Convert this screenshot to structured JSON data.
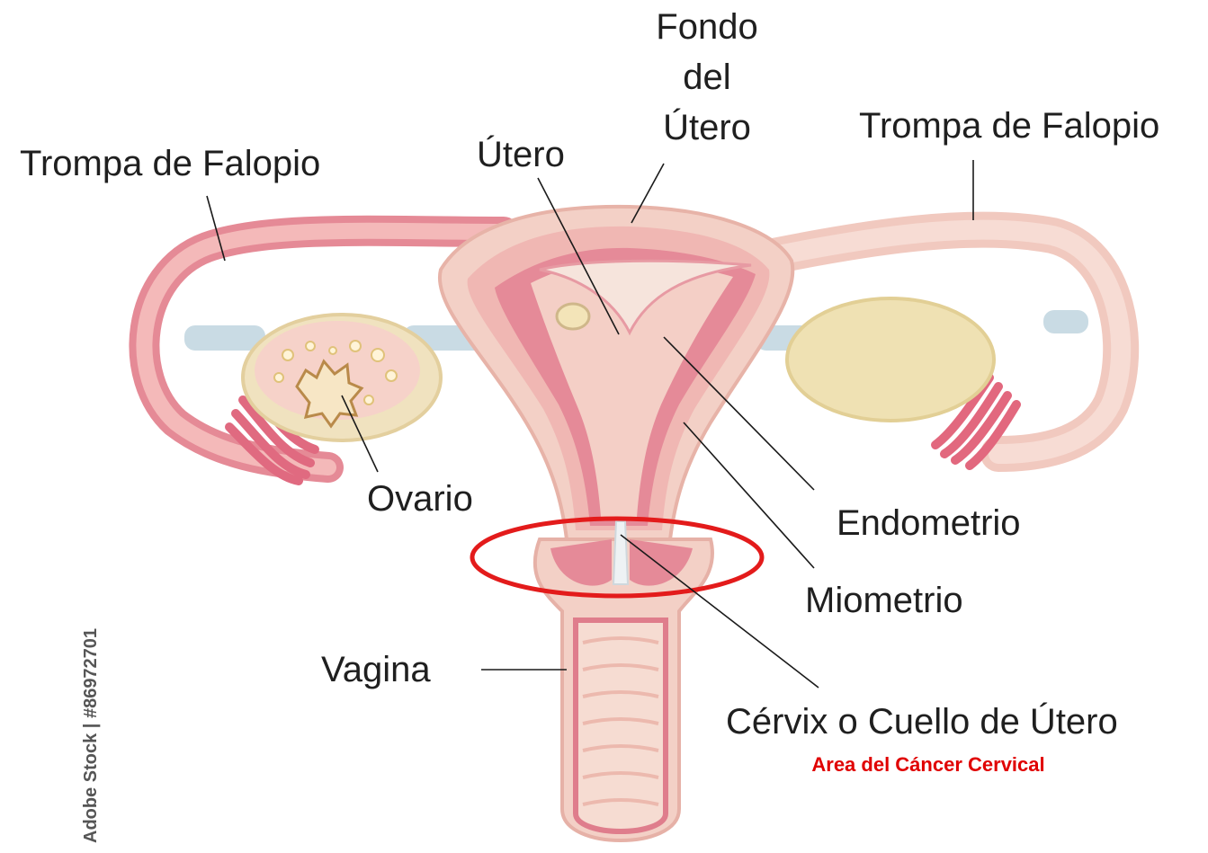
{
  "labels": {
    "fundus": [
      "Fondo",
      "del",
      "Útero"
    ],
    "fallopian_left": "Trompa de Falopio",
    "fallopian_right": "Trompa de Falopio",
    "uterus": "Útero",
    "ovary": "Ovario",
    "endometrium": "Endometrio",
    "myometrium": "Miometrio",
    "vagina": "Vagina",
    "cervix": "Cérvix o Cuello de Útero",
    "cervix_note": "Area del Cáncer Cervical"
  },
  "credit": "Adobe Stock | #86972701",
  "colors": {
    "tissue": "#f2c4bd",
    "muscle": "#e88c98",
    "lining": "#d9667a",
    "ovary": "#f3e6c2",
    "ligament": "#c9dbe4",
    "highlight": "#e31b1b"
  }
}
